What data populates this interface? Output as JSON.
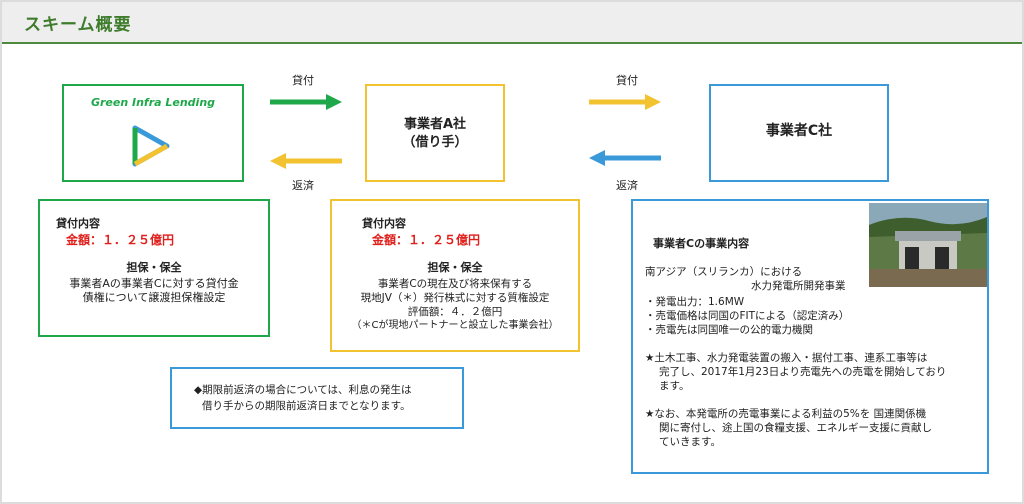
{
  "header": {
    "title": "スキーム概要"
  },
  "gil": {
    "name": "Green Infra Lending"
  },
  "company_a": {
    "line1": "事業者A社",
    "line2": "（借り手）"
  },
  "company_c": {
    "name": "事業者C社"
  },
  "arrows": {
    "lend": "貸付",
    "repay": "返済"
  },
  "box1": {
    "title": "貸付内容",
    "amount": "金額：１．２５億円",
    "collateral": "担保・保全",
    "desc1": "事業者Aの事業者Cに対する貸付金",
    "desc2": "債権について譲渡担保権設定"
  },
  "box2": {
    "title": "貸付内容",
    "amount": "金額：１．２５億円",
    "collateral": "担保・保全",
    "desc1": "事業者Cの現在及び将来保有する",
    "desc2": "現地JV（＊）発行株式に対する質権設定",
    "desc3": "評価額：４．２億円",
    "desc4": "（＊Cが現地パートナーと設立した事業会社）"
  },
  "note": {
    "line1": "◆期限前返済の場合については、利息の発生は",
    "line2": "借り手からの期限前返済日までとなります。"
  },
  "box3": {
    "title": "事業者Cの事業内容",
    "l1": "南アジア（スリランカ）における",
    "l2": "水力発電所開発事業",
    "b1": "・発電出力：1.6MW",
    "b2": "・売電価格は同国のFITによる（認定済み）",
    "b3": "・売電先は同国唯一の公的電力機関",
    "s1a": "★土木工事、水力発電装置の搬入・据付工事、連系工事等は",
    "s1b": "完了し、2017年1月23日より売電先への売電を開始しており",
    "s1c": "ます。",
    "s2a": "★なお、本発電所の売電事業による利益の5%を 国連関係機",
    "s2b": "関に寄付し、途上国の食糧支援、エネルギー支援に貢献し",
    "s2c": "ていきます。"
  },
  "colors": {
    "green": "#1ea84a",
    "yellow": "#f2c230",
    "blue": "#3a9ad9",
    "header_green": "#3e7c2c"
  }
}
